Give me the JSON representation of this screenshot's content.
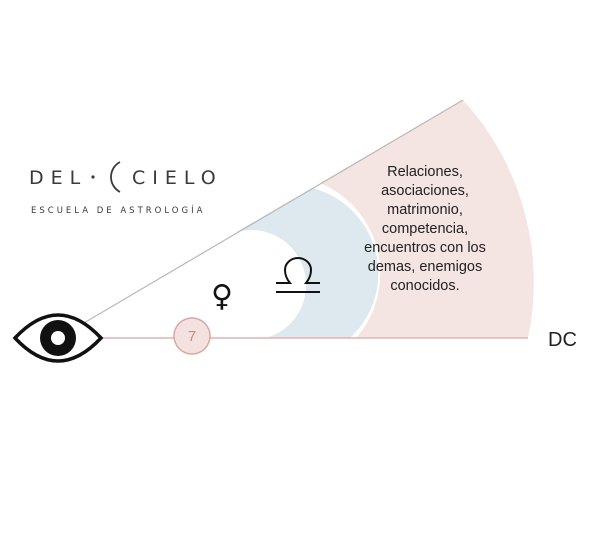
{
  "brand": {
    "name_left": "DEL",
    "name_right": "CIELO",
    "tagline": "ESCUELA DE ASTROLOGÍA"
  },
  "diagram": {
    "house_number": "7",
    "planet_symbol": "♀",
    "planet_icon": "venus-icon",
    "sign_icon": "libra-icon",
    "angle_label": "DC",
    "viewer_icon": "eye-icon",
    "description_lines": [
      "Relaciones,",
      "asociaciones,",
      "matrimonio,",
      "competencia,",
      "encuentros con los",
      "demas, enemigos",
      "conocidos."
    ],
    "colors": {
      "outer_band": "#f4e5e3",
      "sign_band": "#dde9ef",
      "axis_line": "#e2b4b4",
      "ray_line": "#b8b8b8",
      "house_circle_fill": "#f3e2e0",
      "house_circle_stroke": "#d9a7a7"
    }
  }
}
